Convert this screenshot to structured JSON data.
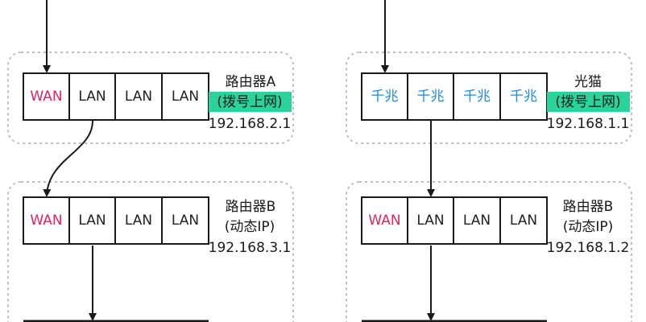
{
  "left": {
    "router_a": {
      "ports": [
        "WAN",
        "LAN",
        "LAN",
        "LAN"
      ],
      "name": "路由器A",
      "mode": "(拨号上网)",
      "ip": "192.168.2.1"
    },
    "router_b": {
      "ports": [
        "WAN",
        "LAN",
        "LAN",
        "LAN"
      ],
      "name": "路由器B",
      "mode": "(动态IP)",
      "ip": "192.168.3.1"
    }
  },
  "right": {
    "modem": {
      "ports": [
        "千兆",
        "千兆",
        "千兆",
        "千兆"
      ],
      "name": "光猫",
      "mode": "(拨号上网)",
      "ip": "192.168.1.1"
    },
    "router_b": {
      "ports": [
        "WAN",
        "LAN",
        "LAN",
        "LAN"
      ],
      "name": "路由器B",
      "mode": "(动态IP)",
      "ip": "192.168.1.2"
    }
  },
  "colors": {
    "wan": "#e0245e",
    "gigabit": "#1e88e5",
    "highlight": "#2bd39c"
  }
}
